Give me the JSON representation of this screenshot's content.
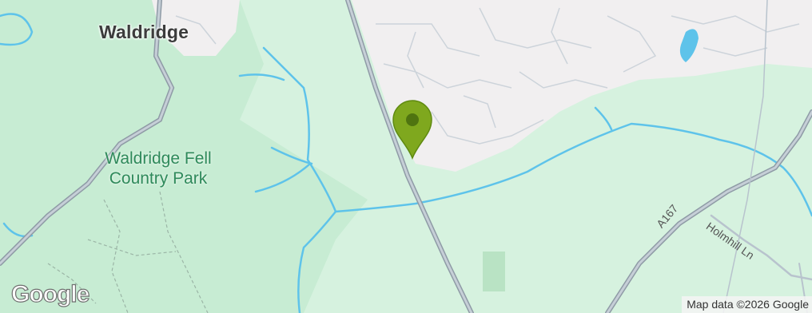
{
  "map": {
    "labels": {
      "place": "Waldridge",
      "park_line1": "Waldridge Fell",
      "park_line2": "Country Park",
      "road_a": "A167",
      "road_lane": "Holmhill Ln"
    },
    "attribution": "Map data ©2026 Google",
    "logo": "Google",
    "colors": {
      "land": "#d6f2df",
      "park": "#c2e9cf",
      "urban": "#f1eff0",
      "water": "#5ec3ea",
      "road": "#9aa7b3",
      "marker": "#7fa81e"
    },
    "marker_icon": "map-pin-icon"
  }
}
